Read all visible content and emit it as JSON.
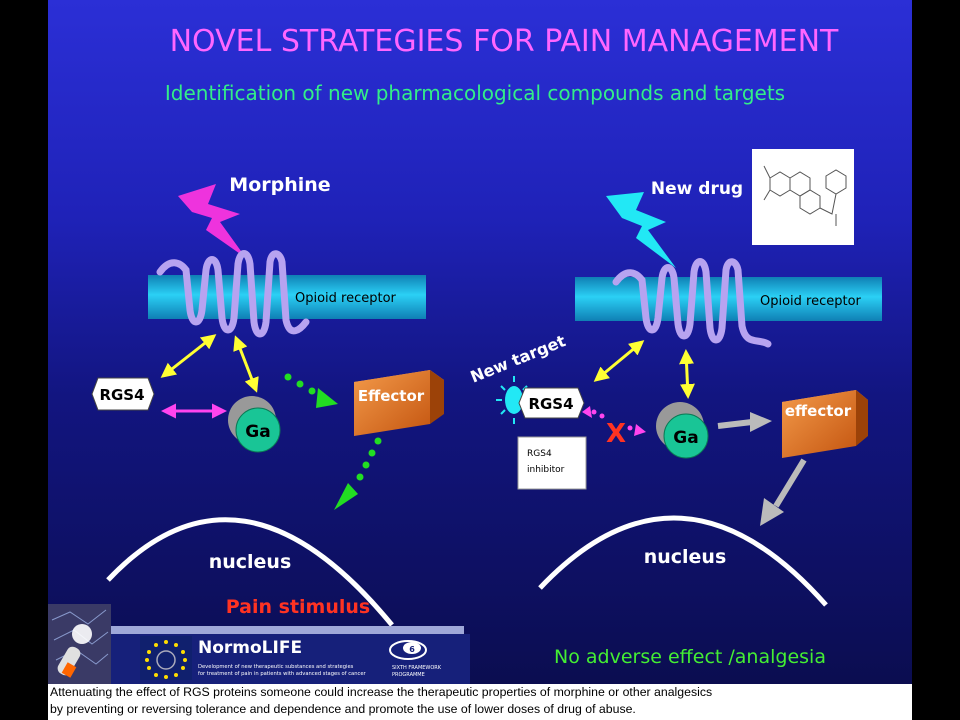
{
  "title": "NOVEL STRATEGIES FOR PAIN MANAGEMENT",
  "subtitle": "Identification of new pharmacological compounds and targets",
  "left": {
    "drug_label": "Morphine",
    "receptor_label": "Opioid receptor",
    "rgs_label": "RGS4",
    "g_label": "Ga",
    "effector_label": "Effector",
    "nucleus_label": "nucleus",
    "outcome_label": "Pain stimulus"
  },
  "right": {
    "drug_label": "New drug",
    "receptor_label": "Opioid receptor",
    "target_label": "New target",
    "rgs_label": "RGS4",
    "inhibitor_label_1": "RGS4",
    "inhibitor_label_2": "inhibitor",
    "g_label": "Ga",
    "effector_label": "effector",
    "nucleus_label": "nucleus",
    "outcome_label": "No adverse effect /analgesia",
    "block_mark": "X"
  },
  "banner": {
    "project_name": "NormoLIFE",
    "desc_line_1": "Development of new therapeutic substances and strategies",
    "desc_line_2": "for treatment of pain in patients with advanced stages of cancer",
    "programme_1": "SIXTH FRAMEWORK",
    "programme_2": "PROGRAMME"
  },
  "footer": {
    "line_1": "Attenuating the effect of RGS proteins someone could increase the therapeutic properties of morphine or other analgesics",
    "line_2": "by preventing or reversing tolerance and dependence and promote the use of lower doses of drug of abuse."
  },
  "colors": {
    "title": "#ff66ff",
    "subtitle": "#33ee88",
    "receptor_bar": "#1ec0ee",
    "receptor_coil": "#b7a3f0",
    "effector": "#e8701a",
    "g_protein": "#19c596",
    "yellow_arrow": "#ffff33",
    "magenta_arrow": "#ff44ee",
    "green_dots": "#22dd22",
    "pain_text": "#ff3322",
    "analgesia_text": "#44ee33"
  }
}
